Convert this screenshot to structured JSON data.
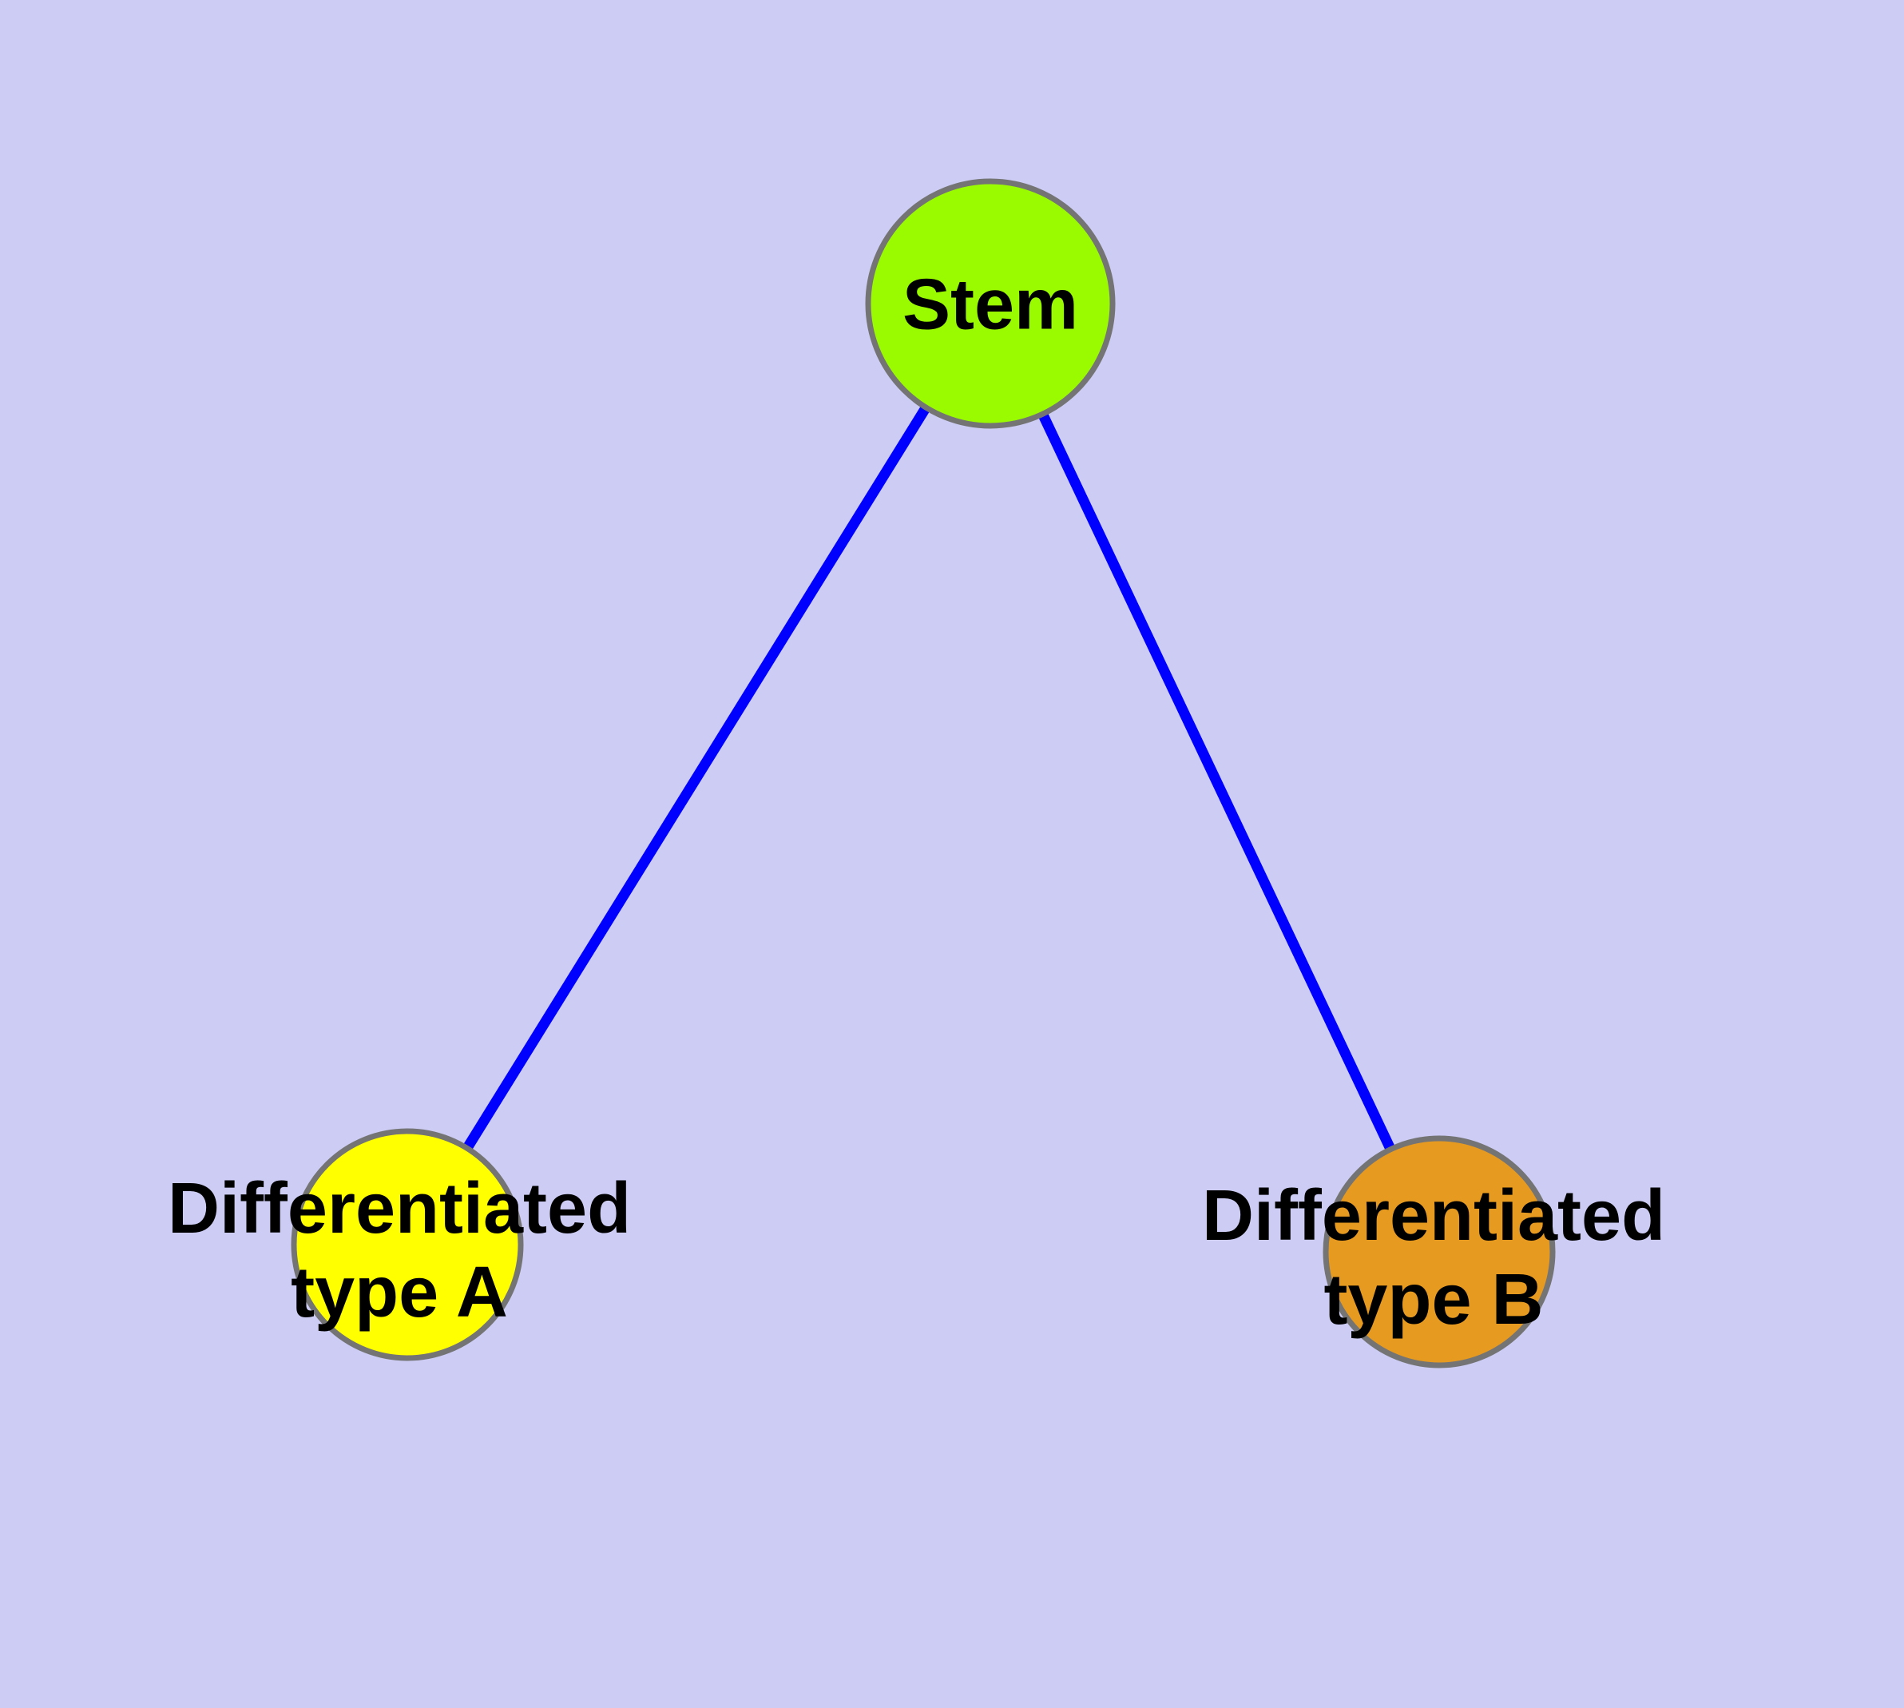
{
  "diagram": {
    "background_color": "#CCCCF4",
    "edge_color": "#0000FF",
    "node_border_color": "#747474",
    "label_color": "#000000",
    "nodes": [
      {
        "id": "stem",
        "label": "Stem",
        "fill": "#9AFA00"
      },
      {
        "id": "type-a",
        "label": "Differentiated\ntype A",
        "fill": "#FFFF00"
      },
      {
        "id": "type-b",
        "label": "Differentiated\ntype B",
        "fill": "#E79A20"
      }
    ],
    "edges": [
      {
        "from": "stem",
        "to": "type-a"
      },
      {
        "from": "stem",
        "to": "type-b"
      }
    ]
  }
}
